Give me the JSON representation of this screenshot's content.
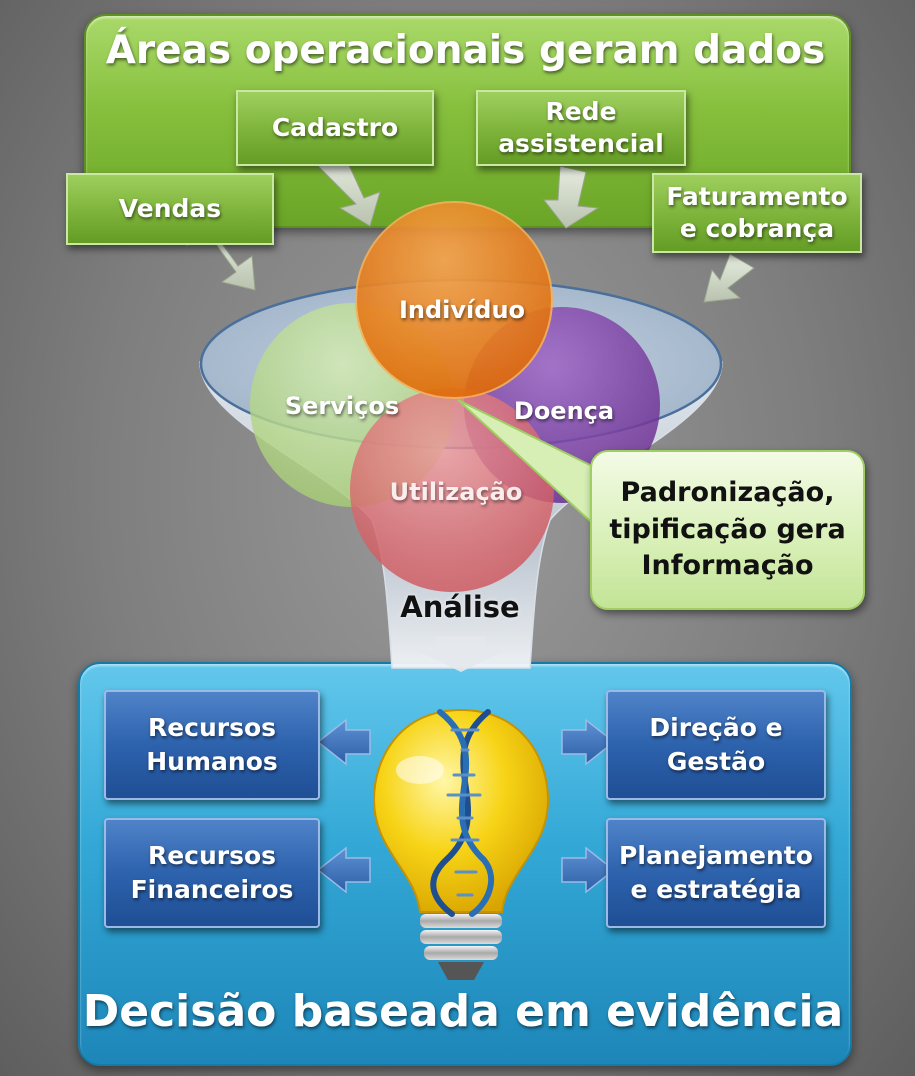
{
  "top": {
    "title": "Áreas operacionais geram dados",
    "boxes": {
      "vendas": "Vendas",
      "cadastro": "Cadastro",
      "rede": "Rede\nassistencial",
      "faturamento": "Faturamento\ne cobrança"
    }
  },
  "funnel": {
    "circles": {
      "individuo": "Indivíduo",
      "servicos": "Serviços",
      "doenca": "Doença",
      "utilizacao": "Utilização"
    },
    "analysis_label": "Análise"
  },
  "callout": {
    "text": "Padronização,\ntipificação gera\nInformação"
  },
  "bottom": {
    "title": "Decisão baseada em evidência",
    "boxes": {
      "rh": "Recursos\nHumanos",
      "rf": "Recursos\nFinanceiros",
      "direcao": "Direção e\nGestão",
      "planejamento": "Planejamento\ne estratégia"
    }
  },
  "colors": {
    "green_panel": "#86bf3c",
    "blue_panel": "#33a8d6",
    "blue_box": "#2d62ad",
    "circle_orange": "#ef7d12",
    "circle_purple": "#7b3fa0",
    "circle_green": "#b6d88a",
    "circle_pink": "#d9686d",
    "callout_bg": "#d7efb5"
  }
}
